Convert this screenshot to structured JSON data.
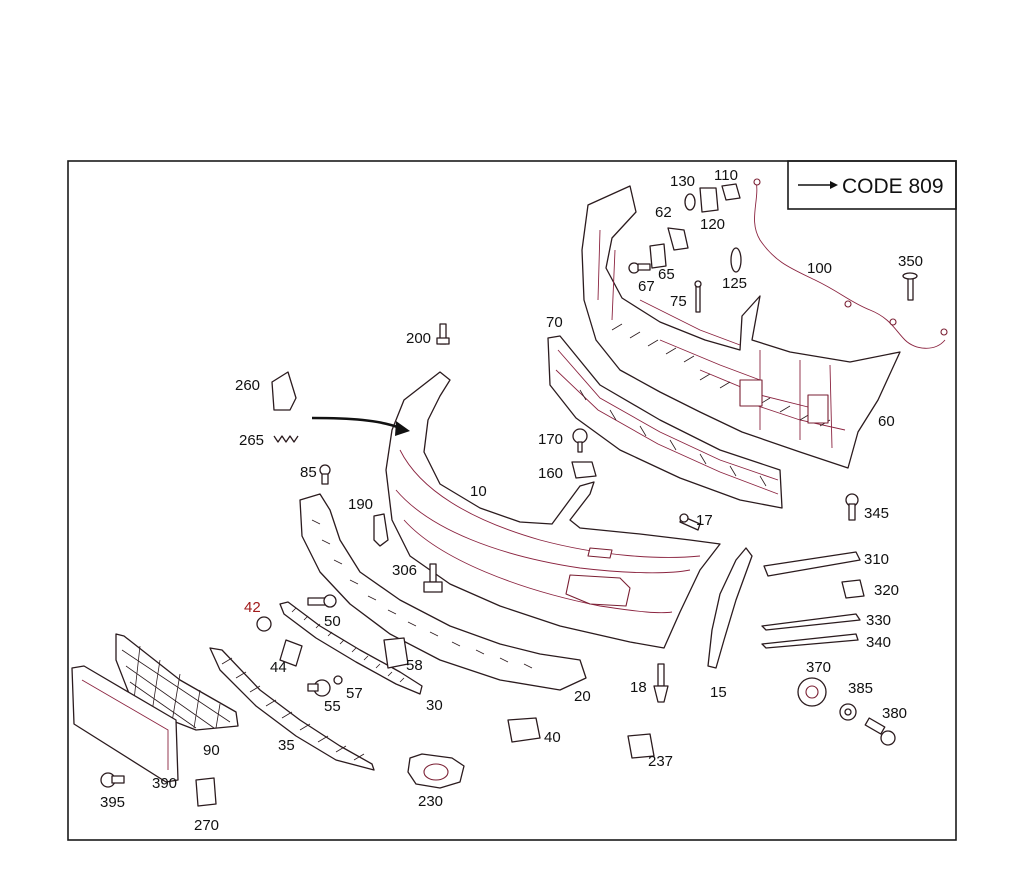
{
  "legend": {
    "arrow_icon": "right-arrow-icon",
    "text": "CODE 809"
  },
  "callouts": [
    {
      "id": "10",
      "text": "10"
    },
    {
      "id": "15",
      "text": "15"
    },
    {
      "id": "17",
      "text": "17"
    },
    {
      "id": "18",
      "text": "18"
    },
    {
      "id": "20",
      "text": "20"
    },
    {
      "id": "30",
      "text": "30"
    },
    {
      "id": "35",
      "text": "35"
    },
    {
      "id": "40",
      "text": "40"
    },
    {
      "id": "42",
      "text": "42"
    },
    {
      "id": "44",
      "text": "44"
    },
    {
      "id": "50",
      "text": "50"
    },
    {
      "id": "55",
      "text": "55"
    },
    {
      "id": "57",
      "text": "57"
    },
    {
      "id": "58",
      "text": "58"
    },
    {
      "id": "60",
      "text": "60"
    },
    {
      "id": "62",
      "text": "62"
    },
    {
      "id": "65",
      "text": "65"
    },
    {
      "id": "67",
      "text": "67"
    },
    {
      "id": "70",
      "text": "70"
    },
    {
      "id": "75",
      "text": "75"
    },
    {
      "id": "85",
      "text": "85"
    },
    {
      "id": "90",
      "text": "90"
    },
    {
      "id": "100",
      "text": "100"
    },
    {
      "id": "110",
      "text": "110"
    },
    {
      "id": "120",
      "text": "120"
    },
    {
      "id": "125",
      "text": "125"
    },
    {
      "id": "130",
      "text": "130"
    },
    {
      "id": "160",
      "text": "160"
    },
    {
      "id": "170",
      "text": "170"
    },
    {
      "id": "190",
      "text": "190"
    },
    {
      "id": "200",
      "text": "200"
    },
    {
      "id": "230",
      "text": "230"
    },
    {
      "id": "237",
      "text": "237"
    },
    {
      "id": "260",
      "text": "260"
    },
    {
      "id": "265",
      "text": "265"
    },
    {
      "id": "270",
      "text": "270"
    },
    {
      "id": "306",
      "text": "306"
    },
    {
      "id": "310",
      "text": "310"
    },
    {
      "id": "320",
      "text": "320"
    },
    {
      "id": "330",
      "text": "330"
    },
    {
      "id": "340",
      "text": "340"
    },
    {
      "id": "345",
      "text": "345"
    },
    {
      "id": "350",
      "text": "350"
    },
    {
      "id": "370",
      "text": "370"
    },
    {
      "id": "380",
      "text": "380"
    },
    {
      "id": "385",
      "text": "385"
    },
    {
      "id": "390",
      "text": "390"
    },
    {
      "id": "395",
      "text": "395"
    }
  ]
}
